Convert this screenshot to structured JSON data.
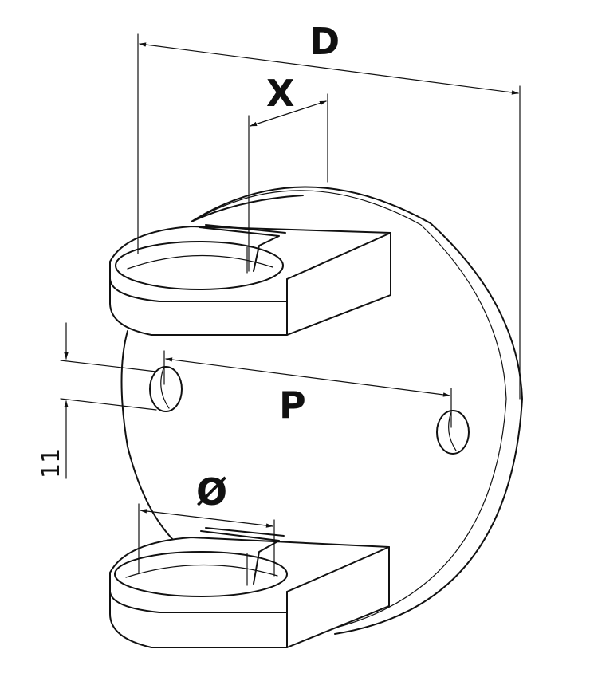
{
  "labels": {
    "D": "D",
    "X": "X",
    "P": "P",
    "diameter": "Ø",
    "thickness": "11"
  }
}
